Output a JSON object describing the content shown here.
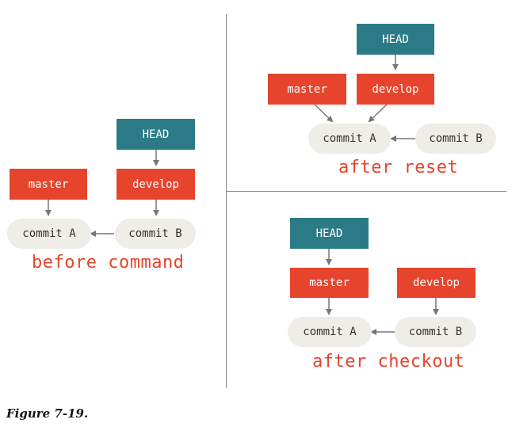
{
  "before": {
    "head_label": "HEAD",
    "master_label": "master",
    "develop_label": "develop",
    "commit_a_label": "commit A",
    "commit_b_label": "commit B",
    "caption": "before command"
  },
  "after_reset": {
    "head_label": "HEAD",
    "master_label": "master",
    "develop_label": "develop",
    "commit_a_label": "commit A",
    "commit_b_label": "commit B",
    "caption": "after reset"
  },
  "after_checkout": {
    "head_label": "HEAD",
    "master_label": "master",
    "develop_label": "develop",
    "commit_a_label": "commit A",
    "commit_b_label": "commit B",
    "caption": "after checkout"
  },
  "figure_label": "Figure 7-19.",
  "colors": {
    "head": "#2b7b86",
    "branch": "#e6442d",
    "commit": "#efede7",
    "arrow": "#777777",
    "caption": "#e6442d"
  }
}
